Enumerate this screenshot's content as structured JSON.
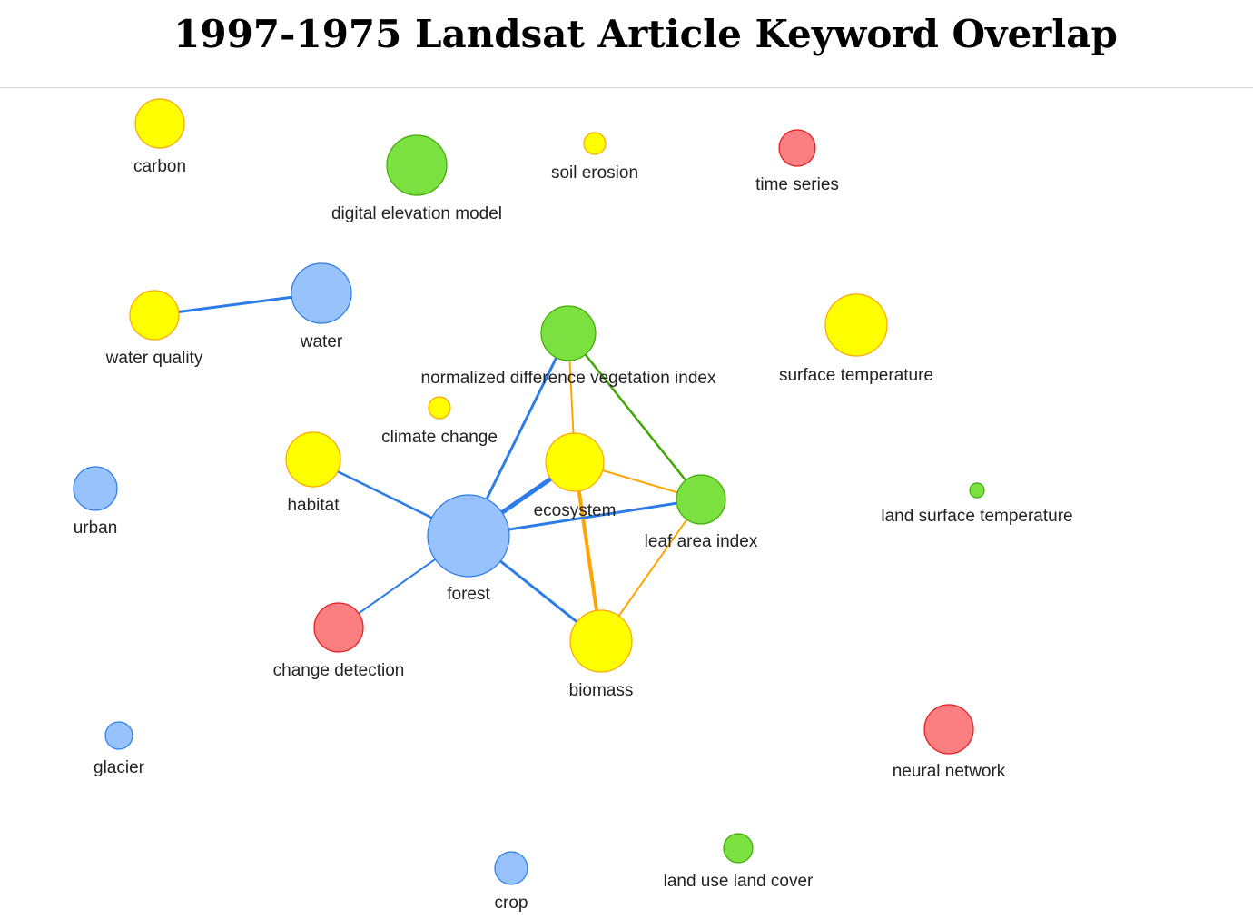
{
  "title": "1997-1975 Landsat Article Keyword Overlap",
  "colors": {
    "blue": {
      "fill": "#97c2fc",
      "stroke": "#2b7ce9"
    },
    "yellow": {
      "fill": "#ffff00",
      "stroke": "#ffa500"
    },
    "green": {
      "fill": "#7be141",
      "stroke": "#41a906"
    },
    "red": {
      "fill": "#fb7e81",
      "stroke": "#e31a1c"
    }
  },
  "nodes": [
    {
      "id": "carbon",
      "label": "carbon",
      "color": "yellow"
    },
    {
      "id": "dem",
      "label": "digital elevation model",
      "color": "green"
    },
    {
      "id": "soil_erosion",
      "label": "soil erosion",
      "color": "yellow"
    },
    {
      "id": "time_series",
      "label": "time series",
      "color": "red"
    },
    {
      "id": "water_quality",
      "label": "water quality",
      "color": "yellow"
    },
    {
      "id": "water",
      "label": "water",
      "color": "blue"
    },
    {
      "id": "ndvi",
      "label": "normalized difference vegetation index",
      "color": "green"
    },
    {
      "id": "surface_temperature",
      "label": "surface temperature",
      "color": "yellow"
    },
    {
      "id": "climate_change",
      "label": "climate change",
      "color": "yellow"
    },
    {
      "id": "habitat",
      "label": "habitat",
      "color": "yellow"
    },
    {
      "id": "ecosystem",
      "label": "ecosystem",
      "color": "yellow"
    },
    {
      "id": "urban",
      "label": "urban",
      "color": "blue"
    },
    {
      "id": "leaf_area_index",
      "label": "leaf area index",
      "color": "green"
    },
    {
      "id": "lst",
      "label": "land surface temperature",
      "color": "green"
    },
    {
      "id": "forest",
      "label": "forest",
      "color": "blue"
    },
    {
      "id": "change_detection",
      "label": "change detection",
      "color": "red"
    },
    {
      "id": "biomass",
      "label": "biomass",
      "color": "yellow"
    },
    {
      "id": "glacier",
      "label": "glacier",
      "color": "blue"
    },
    {
      "id": "neural_network",
      "label": "neural network",
      "color": "red"
    },
    {
      "id": "lulc",
      "label": "land use land cover",
      "color": "green"
    },
    {
      "id": "crop",
      "label": "crop",
      "color": "blue"
    }
  ],
  "edges": [
    {
      "from": "water_quality",
      "to": "water",
      "color": "blue"
    },
    {
      "from": "ndvi",
      "to": "forest",
      "color": "blue"
    },
    {
      "from": "ndvi",
      "to": "ecosystem",
      "color": "yellow"
    },
    {
      "from": "ndvi",
      "to": "leaf_area_index",
      "color": "green"
    },
    {
      "from": "habitat",
      "to": "forest",
      "color": "blue"
    },
    {
      "from": "ecosystem",
      "to": "forest",
      "color": "blue"
    },
    {
      "from": "ecosystem",
      "to": "leaf_area_index",
      "color": "yellow"
    },
    {
      "from": "ecosystem",
      "to": "biomass",
      "color": "yellow"
    },
    {
      "from": "forest",
      "to": "leaf_area_index",
      "color": "blue"
    },
    {
      "from": "forest",
      "to": "change_detection",
      "color": "blue"
    },
    {
      "from": "forest",
      "to": "biomass",
      "color": "blue"
    },
    {
      "from": "leaf_area_index",
      "to": "biomass",
      "color": "yellow"
    }
  ]
}
